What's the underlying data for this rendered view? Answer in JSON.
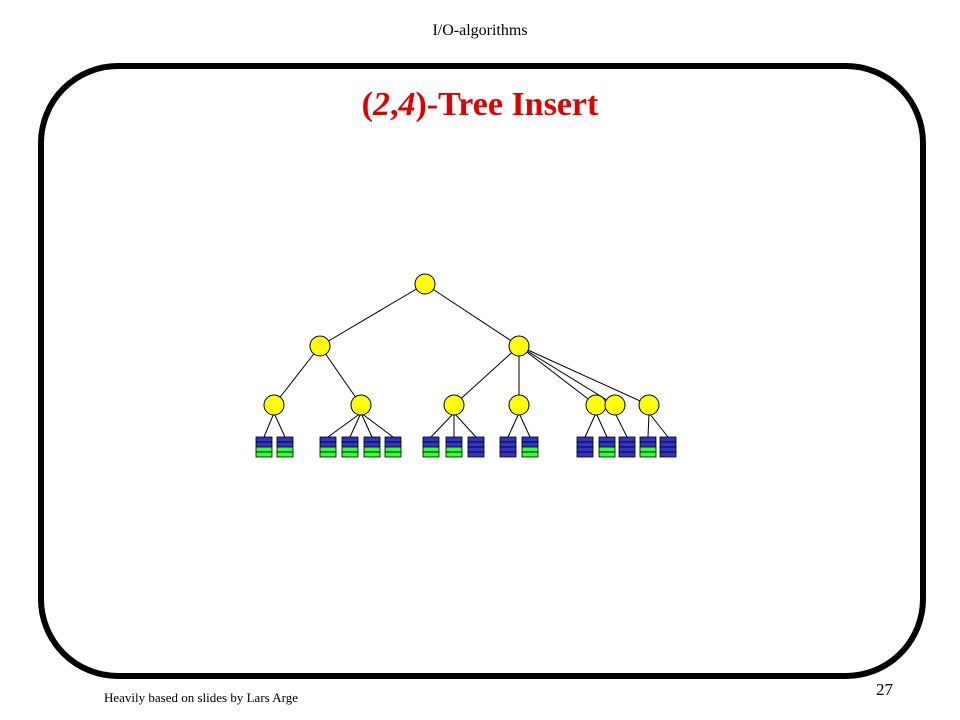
{
  "header": {
    "course": "I/O-algorithms"
  },
  "slide": {
    "title_open": "(",
    "title_a": "2",
    "title_comma": ",",
    "title_b": "4",
    "title_close": ")-Tree Insert"
  },
  "footer": {
    "credit": "Heavily based on slides by Lars Arge",
    "page_number": "27"
  },
  "colors": {
    "title": "#e00000",
    "node_fill": "#ffff00",
    "leaf_block_blue": "#3333cc",
    "leaf_block_green": "#33ff33"
  },
  "tree": {
    "nodes": [
      {
        "id": "root",
        "level": 0
      },
      {
        "id": "l1a",
        "level": 1,
        "parent": "root"
      },
      {
        "id": "l1b",
        "level": 1,
        "parent": "root"
      },
      {
        "id": "l2a",
        "level": 2,
        "parent": "l1a"
      },
      {
        "id": "l2b",
        "level": 2,
        "parent": "l1a"
      },
      {
        "id": "l2c",
        "level": 2,
        "parent": "l1b"
      },
      {
        "id": "l2d",
        "level": 2,
        "parent": "l1b"
      },
      {
        "id": "l2e",
        "level": 2,
        "parent": "l1b"
      },
      {
        "id": "l2f",
        "level": 2,
        "parent": "l1b"
      },
      {
        "id": "l2g",
        "level": 2,
        "parent": "l1b"
      }
    ]
  }
}
